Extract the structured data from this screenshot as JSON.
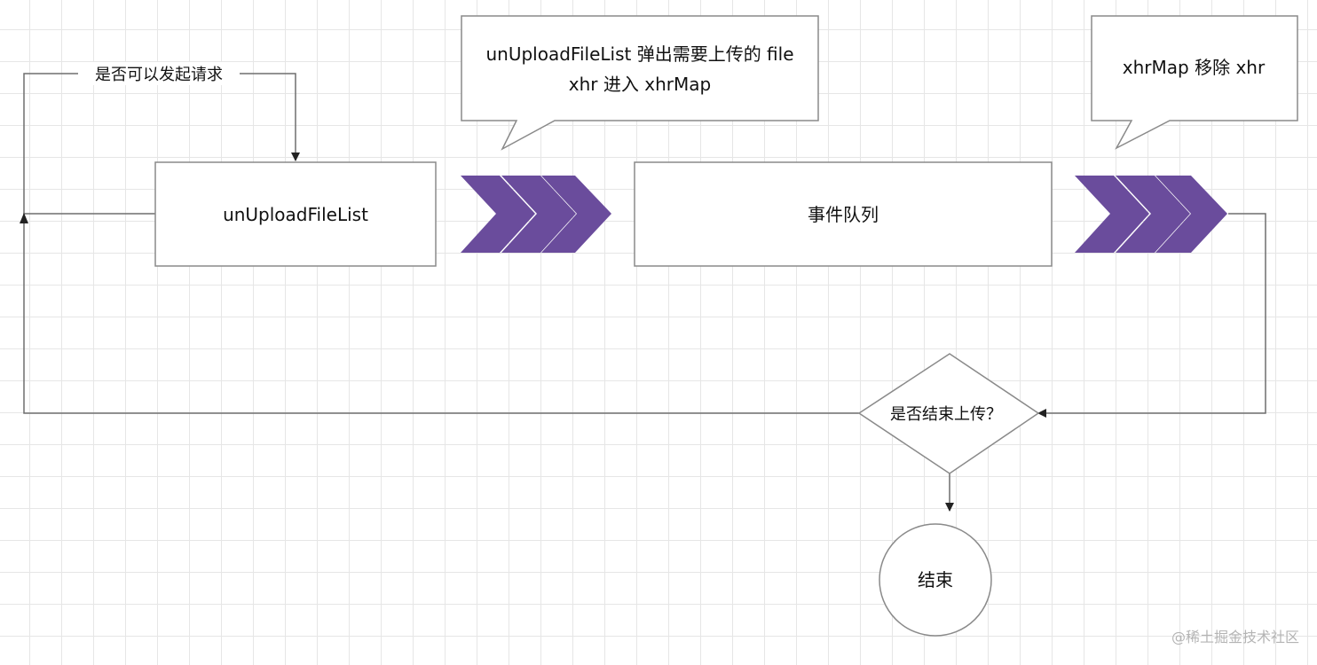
{
  "nodes": {
    "file_list": "unUploadFileList",
    "event_queue": "事件队列",
    "decision": "是否结束上传？",
    "end": "结束"
  },
  "edge_labels": {
    "can_request": "是否可以发起请求"
  },
  "callouts": {
    "pop_line1": "unUploadFileList 弹出需要上传的 file",
    "pop_line2": "xhr 进入 xhrMap",
    "remove": "xhrMap 移除 xhr"
  },
  "watermark": "@稀土掘金技术社区",
  "colors": {
    "chevron": "#6a4c9c",
    "stroke": "#8a8a8a",
    "grid": "#e6e6e6"
  }
}
